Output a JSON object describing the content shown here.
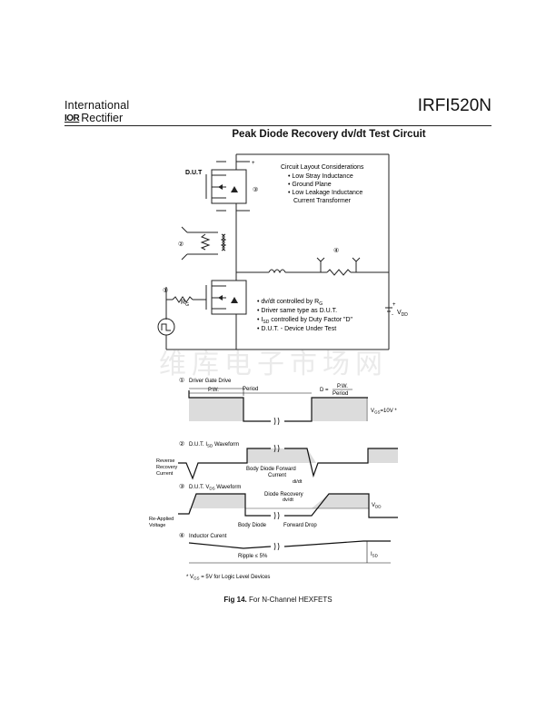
{
  "header": {
    "company_line1": "International",
    "company_mark": "IOR",
    "company_line2": "Rectifier",
    "part_number": "IRFI520N"
  },
  "title": "Peak Diode Recovery dv/dt Test Circuit",
  "circuit": {
    "dut_label": "D.U.T",
    "plus_sign": "+",
    "minus_sign": "-",
    "layout_heading": "Circuit Layout Considerations",
    "layout_items": [
      "Low Stray Inductance",
      "Ground Plane",
      "Low Leakage Inductance"
    ],
    "layout_item_cont": "Current Transformer",
    "rg_label": "R",
    "rg_sub": "G",
    "vdd_label": "V",
    "vdd_sub": "DD",
    "markers": [
      "①",
      "②",
      "③",
      "④"
    ],
    "notes": [
      {
        "text": "dv/dt controlled by R",
        "sub": "G",
        "tail": ""
      },
      {
        "text": "Driver same type as D.U.T.",
        "sub": "",
        "tail": ""
      },
      {
        "text": "I",
        "sub": "SD",
        "tail": " controlled by Duty Factor \"D\""
      },
      {
        "text": "D.U.T. - Device Under Test",
        "sub": "",
        "tail": ""
      }
    ]
  },
  "waveforms": {
    "gate_title": "Driver Gate Drive",
    "pw_label": "P.W.",
    "period_label": "Period",
    "d_eq": "D =",
    "d_num": "P.W.",
    "d_den": "Period",
    "vgs_label": "V",
    "vgs_sub": "GS",
    "vgs_value": "=10V  *",
    "isd_title_a": "D.U.T. I",
    "isd_title_sub": "SD",
    "isd_title_b": " Waveform",
    "reverse_recovery": [
      "Reverse",
      "Recovery",
      "Current"
    ],
    "body_diode_forward_a": "Body  Diode  Forward",
    "body_diode_forward_b": "Current",
    "didt": "di/dt",
    "vds_title_a": "D.U.T. V",
    "vds_title_sub": "DS",
    "vds_title_b": " Waveform",
    "diode_recovery_a": "Diode  Recovery",
    "diode_recovery_b": "dv/dt",
    "vdd_label": "V",
    "vdd_sub": "DD",
    "reapplied": [
      "Re-Applied",
      "Voltage"
    ],
    "body_diode_drop_a": "Body  Diode",
    "body_diode_drop_b": "Forward  Drop",
    "inductor_title": "Inductor Curent",
    "ripple": "Ripple  ≤  5%",
    "isd_label": "I",
    "isd_sub": "SD",
    "footnote_a": "* V",
    "footnote_sub": "GS",
    "footnote_b": " = 5V for Logic Level Devices"
  },
  "caption": {
    "label": "Fig 14.",
    "text": " For N-Channel HEXFETS"
  },
  "watermark": "维库电子市场网"
}
